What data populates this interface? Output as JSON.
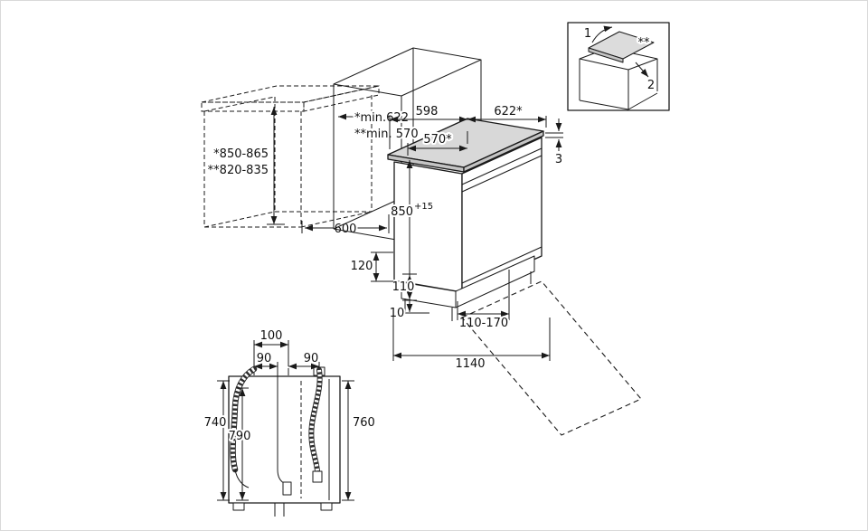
{
  "title": "Built-in appliance installation dimensions diagram",
  "colors": {
    "line": "#1a1a1a",
    "worktop_fill": "#d8d8d8",
    "worktop_edge": "#c4c4c4",
    "background": "#ffffff"
  },
  "inset": {
    "step1": "1",
    "step2": "2",
    "note": "**"
  },
  "counter": {
    "height_primary": "*850-865",
    "height_secondary": "**820-835",
    "depth": "600"
  },
  "niche": {
    "min_depth_primary": "*min.622",
    "min_depth_secondary": "**min. 570"
  },
  "machine": {
    "width": "598",
    "depth": "622*",
    "top_depth": "570*",
    "worktop_thickness": "3",
    "height": "850",
    "height_tolerance": "+15",
    "plinth_height": "120",
    "feet_adjust": "110",
    "feet_min": "10",
    "plinth_recess": "110-170",
    "depth_door_open": "1140"
  },
  "rear": {
    "hose_span": "100",
    "hose_left_offset": "90",
    "hose_right_offset": "90",
    "drain_hose_height": "740",
    "drain_hose_height_alt": "790",
    "inlet_hose_height": "760"
  }
}
